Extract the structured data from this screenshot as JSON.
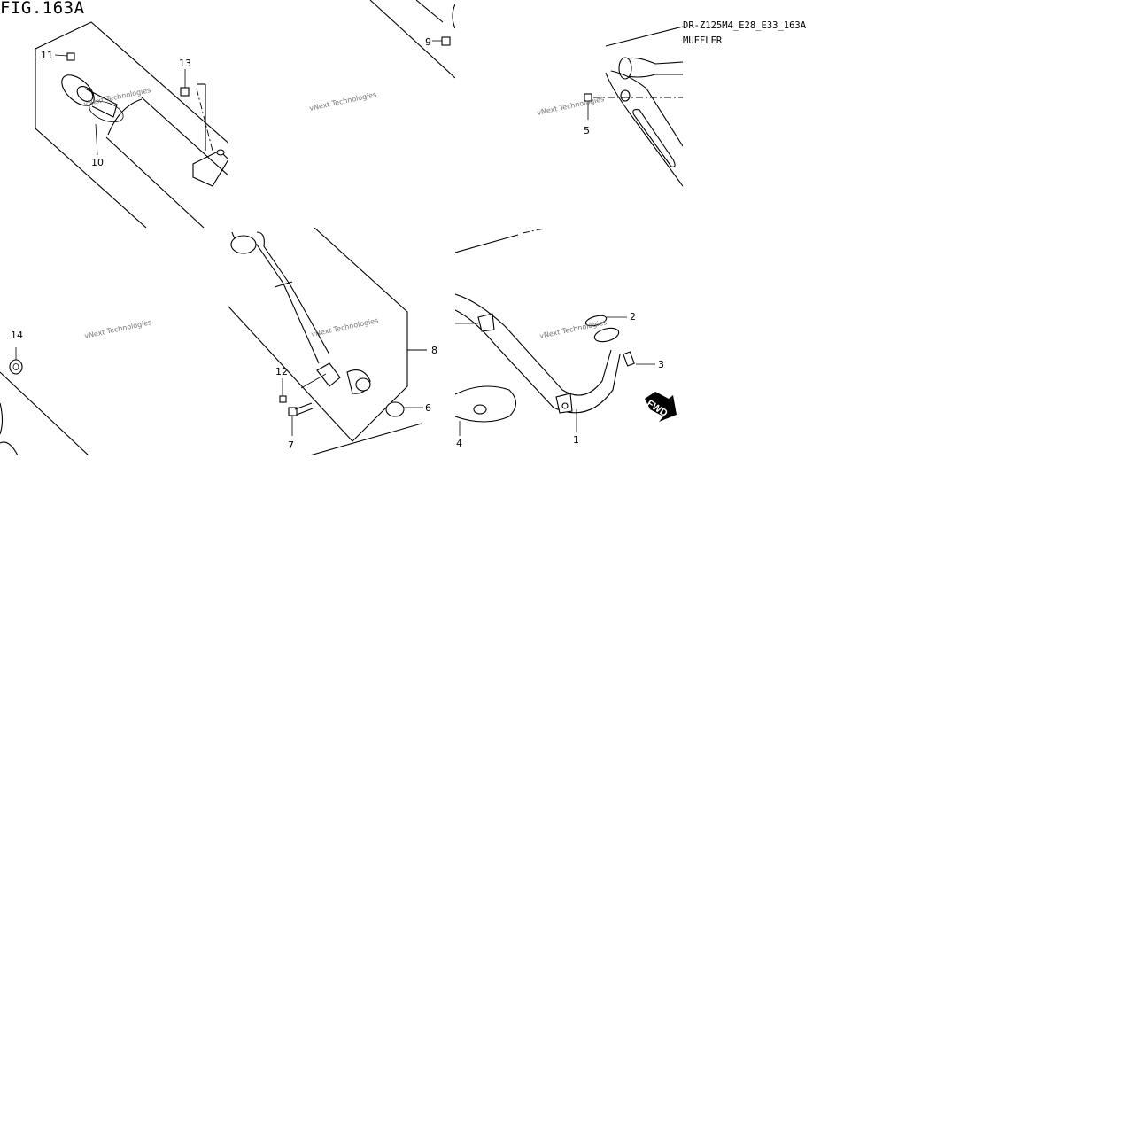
{
  "figure": {
    "title": "FIG.163A",
    "model_code": "DR-Z125M4_E28_E33_163A",
    "name": "MUFFLER"
  },
  "watermark_text": "vNext Technologies",
  "callouts": [
    "1",
    "2",
    "3",
    "4",
    "5",
    "6",
    "7",
    "8",
    "9",
    "10",
    "11",
    "12",
    "13",
    "14"
  ],
  "fwd_label": "FWD",
  "colors": {
    "ink": "#000000",
    "background": "#ffffff",
    "watermark": "#777777"
  }
}
